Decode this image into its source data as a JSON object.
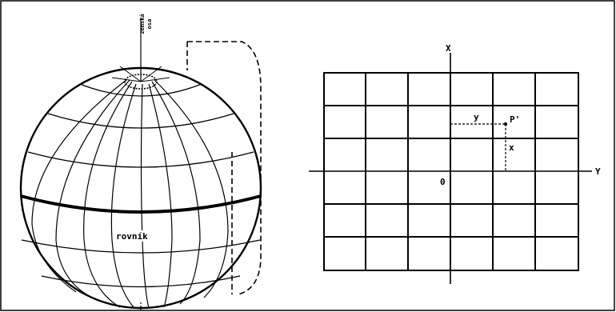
{
  "globe": {
    "axis_label_line1": "zemská",
    "axis_label_line2": "osa",
    "equator_label": "rovník"
  },
  "grid": {
    "axis_x_label": "X",
    "axis_y_label": "Y",
    "origin_label": "0",
    "point_label": "P'",
    "coord_y_label": "y",
    "coord_x_label": "x",
    "rows": 6,
    "cols": 6
  }
}
